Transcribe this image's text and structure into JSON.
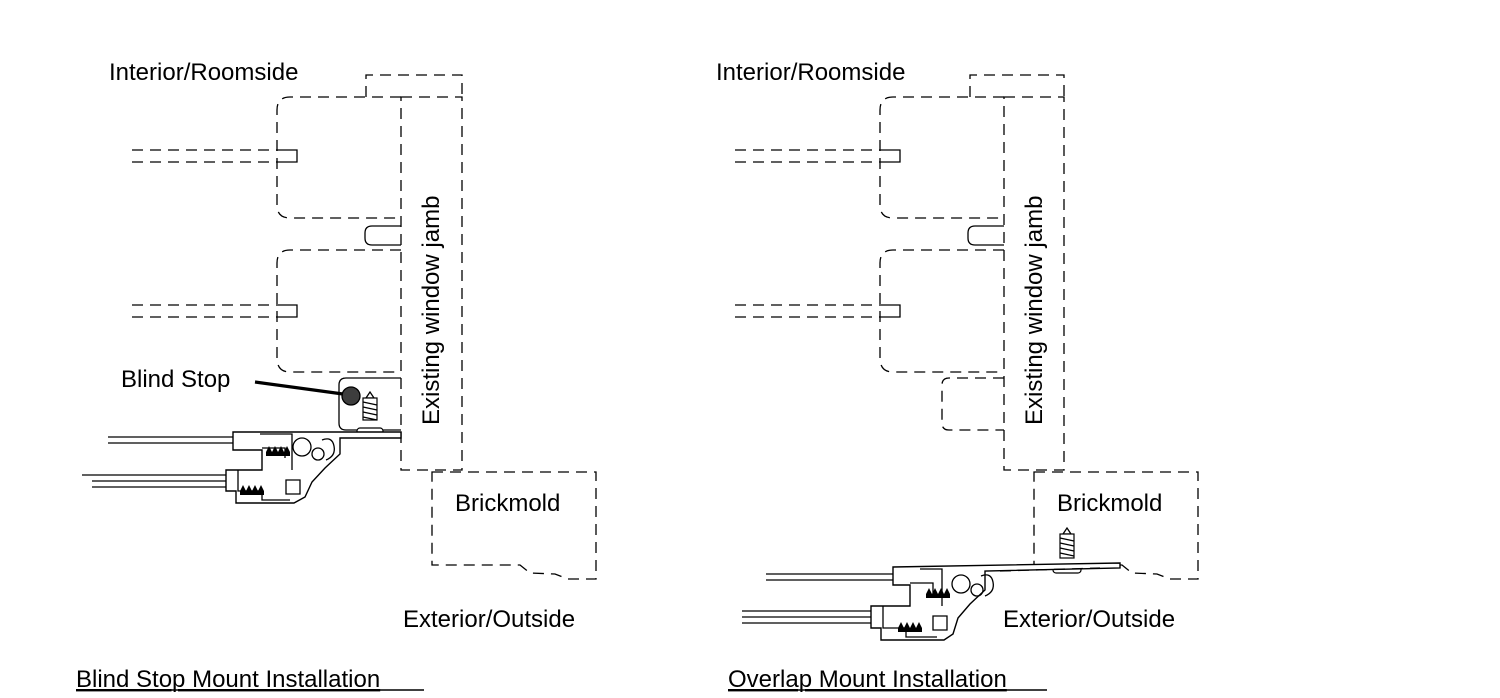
{
  "panels": [
    {
      "interior_label": "Interior/Roomside",
      "jamb_label": "Existing window jamb",
      "brickmold_label": "Brickmold",
      "exterior_label": "Exterior/Outside",
      "callout_label": "Blind Stop",
      "caption": "Blind Stop Mount Installation"
    },
    {
      "interior_label": "Interior/Roomside",
      "jamb_label": "Existing window jamb",
      "brickmold_label": "Brickmold",
      "exterior_label": "Exterior/Outside",
      "caption": "Overlap Mount Installation"
    }
  ]
}
